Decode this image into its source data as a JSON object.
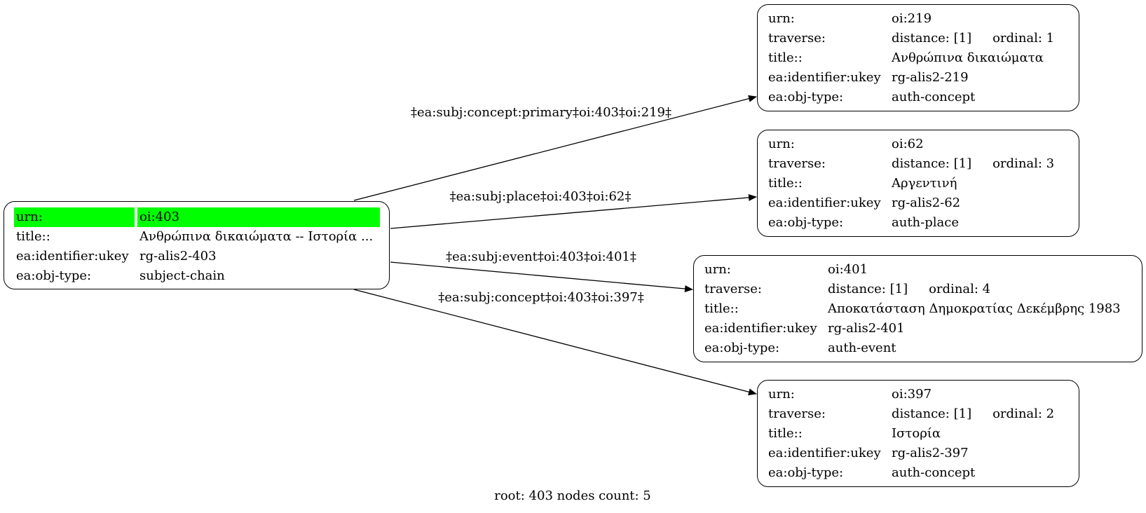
{
  "root_node": {
    "urn_key": "urn:",
    "urn": "oi:403",
    "title_key": "title::",
    "title": "Ανθρώπινα δικαιώματα -- Ιστορία ...",
    "ukey_key": "ea:identifier:ukey",
    "ukey": "rg-alis2-403",
    "type_key": "ea:obj-type:",
    "type": "subject-chain"
  },
  "nodes": [
    {
      "urn_key": "urn:",
      "urn": "oi:219",
      "traverse_key": "traverse:",
      "distance": "distance: [1]",
      "ordinal": "ordinal: 1",
      "title_key": "title::",
      "title": "Ανθρώπινα δικαιώματα",
      "ukey_key": "ea:identifier:ukey",
      "ukey": "rg-alis2-219",
      "type_key": "ea:obj-type:",
      "type": "auth-concept"
    },
    {
      "urn_key": "urn:",
      "urn": "oi:62",
      "traverse_key": "traverse:",
      "distance": "distance: [1]",
      "ordinal": "ordinal: 3",
      "title_key": "title::",
      "title": "Αργεντινή",
      "ukey_key": "ea:identifier:ukey",
      "ukey": "rg-alis2-62",
      "type_key": "ea:obj-type:",
      "type": "auth-place"
    },
    {
      "urn_key": "urn:",
      "urn": "oi:401",
      "traverse_key": "traverse:",
      "distance": "distance: [1]",
      "ordinal": "ordinal: 4",
      "title_key": "title::",
      "title": "Αποκατάσταση Δημοκρατίας Δεκέμβρης 1983",
      "ukey_key": "ea:identifier:ukey",
      "ukey": "rg-alis2-401",
      "type_key": "ea:obj-type:",
      "type": "auth-event"
    },
    {
      "urn_key": "urn:",
      "urn": "oi:397",
      "traverse_key": "traverse:",
      "distance": "distance: [1]",
      "ordinal": "ordinal: 2",
      "title_key": "title::",
      "title": "Ιστορία",
      "ukey_key": "ea:identifier:ukey",
      "ukey": "rg-alis2-397",
      "type_key": "ea:obj-type:",
      "type": "auth-concept"
    }
  ],
  "edges": [
    {
      "label": "‡ea:subj:concept:primary‡oi:403‡oi:219‡"
    },
    {
      "label": "‡ea:subj:place‡oi:403‡oi:62‡"
    },
    {
      "label": "‡ea:subj:event‡oi:403‡oi:401‡"
    },
    {
      "label": "‡ea:subj:concept‡oi:403‡oi:397‡"
    }
  ],
  "footer": "root: 403 nodes count: 5",
  "colors": {
    "highlight": "#00ff00",
    "stroke": "#000000"
  }
}
